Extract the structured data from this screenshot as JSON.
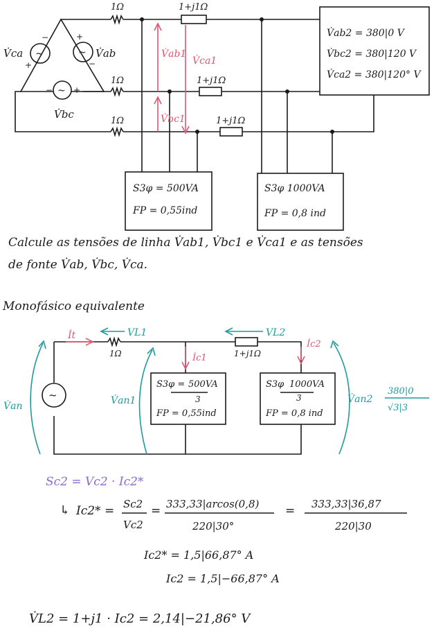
{
  "colors": {
    "ink": "#1a1a1a",
    "pink": "#e0566f",
    "teal": "#1e9a9a",
    "purple": "#8a6ad0"
  },
  "circuit": {
    "sources": {
      "vca": "V̇ca",
      "vab": "V̇ab",
      "vbc": "V̇bc",
      "plus": "+",
      "minus": "−",
      "tilde": "~"
    },
    "line_resistance": "1Ω",
    "line_impedance": "1+j1Ω",
    "measurements": {
      "vab1": "V̇ab1",
      "vca1": "V̇ca1",
      "vbc1": "V̇bc1"
    },
    "load2_box": {
      "vab2": "V̇ab2 = 380|0 V",
      "vbc2": "V̇bc2 = 380|120 V",
      "vca2": "V̇ca2 = 380|120° V"
    },
    "load1": {
      "s": "S3φ = 500VA",
      "fp": "FP = 0,55ind"
    },
    "load2": {
      "s": "S3φ 1000VA",
      "fp": "FP = 0,8 ind"
    }
  },
  "problem": {
    "line1": "Calcule as tensões de linha V̇ab1, V̇bc1 e V̇ca1 e as tensões",
    "line2": "de fonte V̇ab, V̇bc, V̇ca."
  },
  "single_phase": {
    "title": "Monofásico equivalente",
    "it": "İt",
    "vl1": "VL1",
    "vl2": "VL2",
    "r": "1Ω",
    "z": "1+j1Ω",
    "ic1": "İc1",
    "ic2": "İc2",
    "van": "V̇an",
    "van1": "V̇an1",
    "van2": "V̇an2",
    "van2_num": "380|0",
    "van2_den": "√3|3",
    "load1_s": "S3φ =",
    "load1_s_num": "500VA",
    "load1_s_den": "3",
    "load1_fp": "FP = 0,55ind",
    "load2_s": "S3φ",
    "load2_s_num": "1000VA",
    "load2_s_den": "3",
    "load2_fp": "FP = 0,8 ind"
  },
  "calc": {
    "sc2_def": "Sc2 = Vc2 · Ic2*",
    "arrow": "↳",
    "ic2conj_lhs": "Ic2* =",
    "frac1_num": "Sc2",
    "frac1_den": "Vc2",
    "eq": "=",
    "frac2_num": "333,33|arcos(0,8)",
    "frac2_den": "220|30°",
    "frac3_num": "333,33|36,87",
    "frac3_den": "220|30",
    "ic2conj_result": "Ic2* = 1,5|66,87° A",
    "ic2_result": "Ic2 = 1,5|−66,87° A",
    "vl2_result": "V̇L2 = 1+j1 · Ic2 = 2,14|−21,86° V"
  }
}
